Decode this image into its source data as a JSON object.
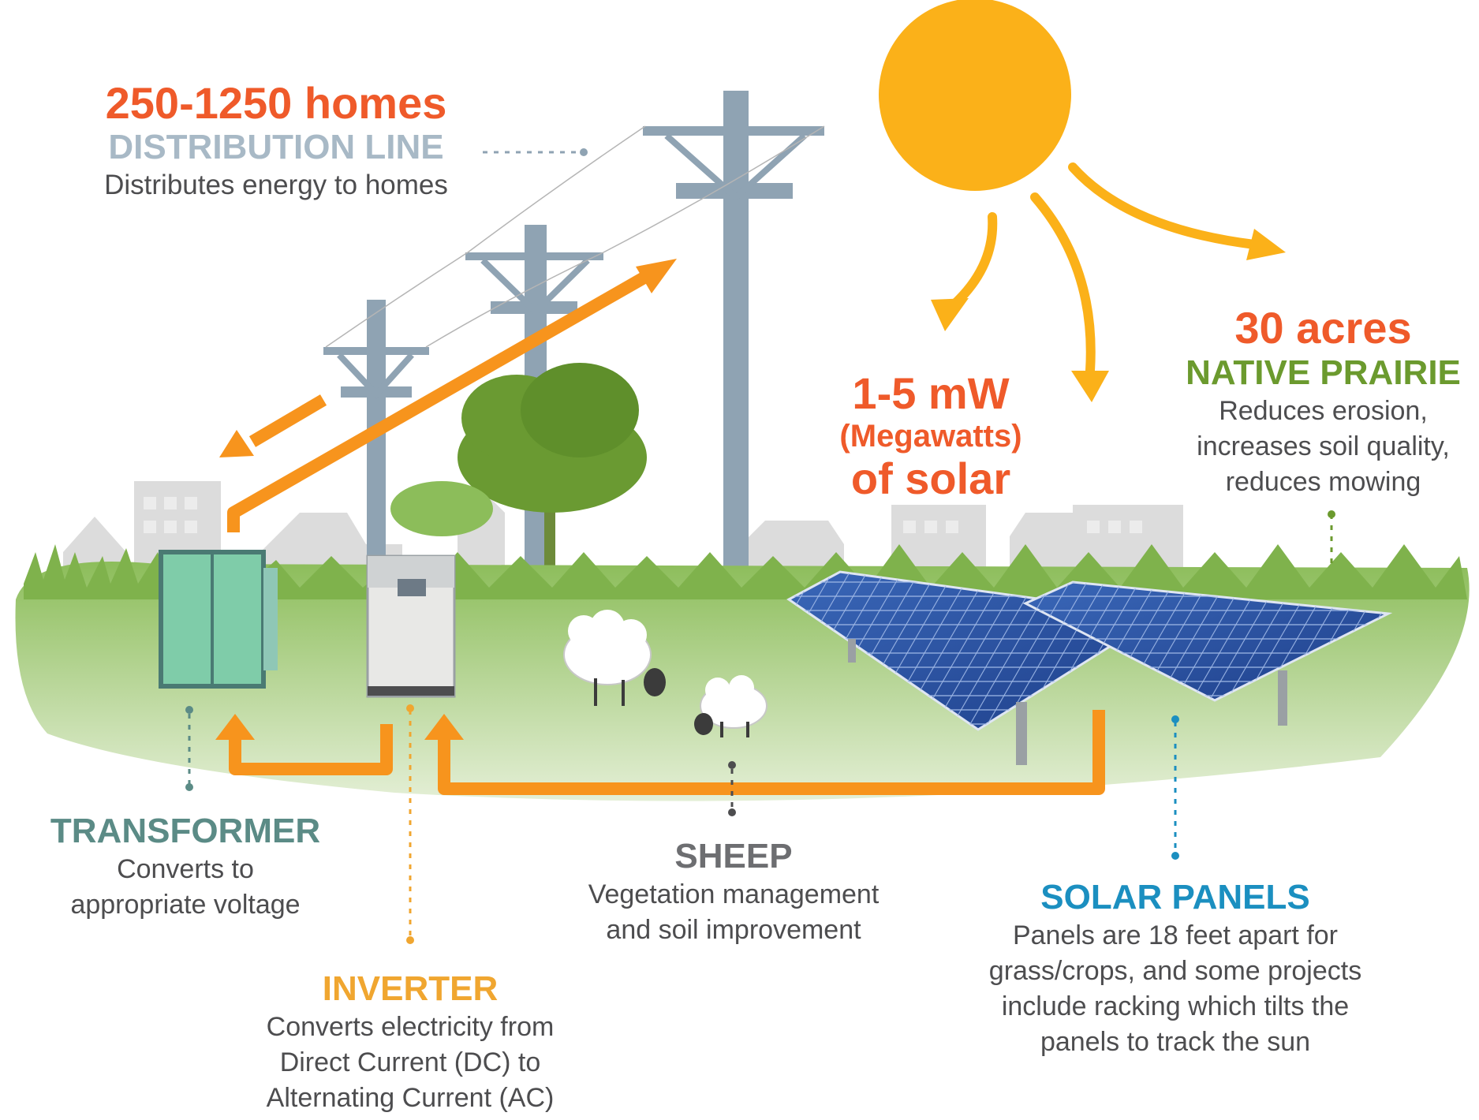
{
  "colors": {
    "accent_orange": "#ef5a2a",
    "arrow_orange": "#f7941d",
    "sun_yellow": "#fbb119",
    "transformer_teal": "#5b8b86",
    "inverter_gold": "#f0a630",
    "sheep_gray": "#6d6e71",
    "panels_blue": "#1b8fc0",
    "prairie_green": "#6b9a2e",
    "pole_gray": "#8fa3b3",
    "ground_green": "#8cbd5a",
    "panel_navy": "#2b4f9e"
  },
  "distribution": {
    "stat": "250-1250 homes",
    "heading": "DISTRIBUTION LINE",
    "desc": "Distributes energy to homes"
  },
  "solar_output": {
    "line1": "1-5 mW",
    "line2": "(Megawatts)",
    "line3": "of solar"
  },
  "prairie": {
    "stat": "30 acres",
    "heading": "NATIVE PRAIRIE",
    "desc_lines": [
      "Reduces erosion,",
      "increases soil quality,",
      "reduces mowing"
    ]
  },
  "transformer": {
    "heading": "TRANSFORMER",
    "desc_lines": [
      "Converts to",
      "appropriate voltage"
    ]
  },
  "inverter": {
    "heading": "INVERTER",
    "desc_lines": [
      "Converts electricity from",
      "Direct Current (DC) to",
      "Alternating Current (AC)"
    ]
  },
  "sheep": {
    "heading": "SHEEP",
    "desc_lines": [
      "Vegetation management",
      "and soil improvement"
    ]
  },
  "solar_panels": {
    "heading": "SOLAR PANELS",
    "desc_lines": [
      "Panels are 18 feet apart for",
      "grass/crops, and some projects",
      "include racking which tilts the",
      "panels to track the sun"
    ]
  }
}
